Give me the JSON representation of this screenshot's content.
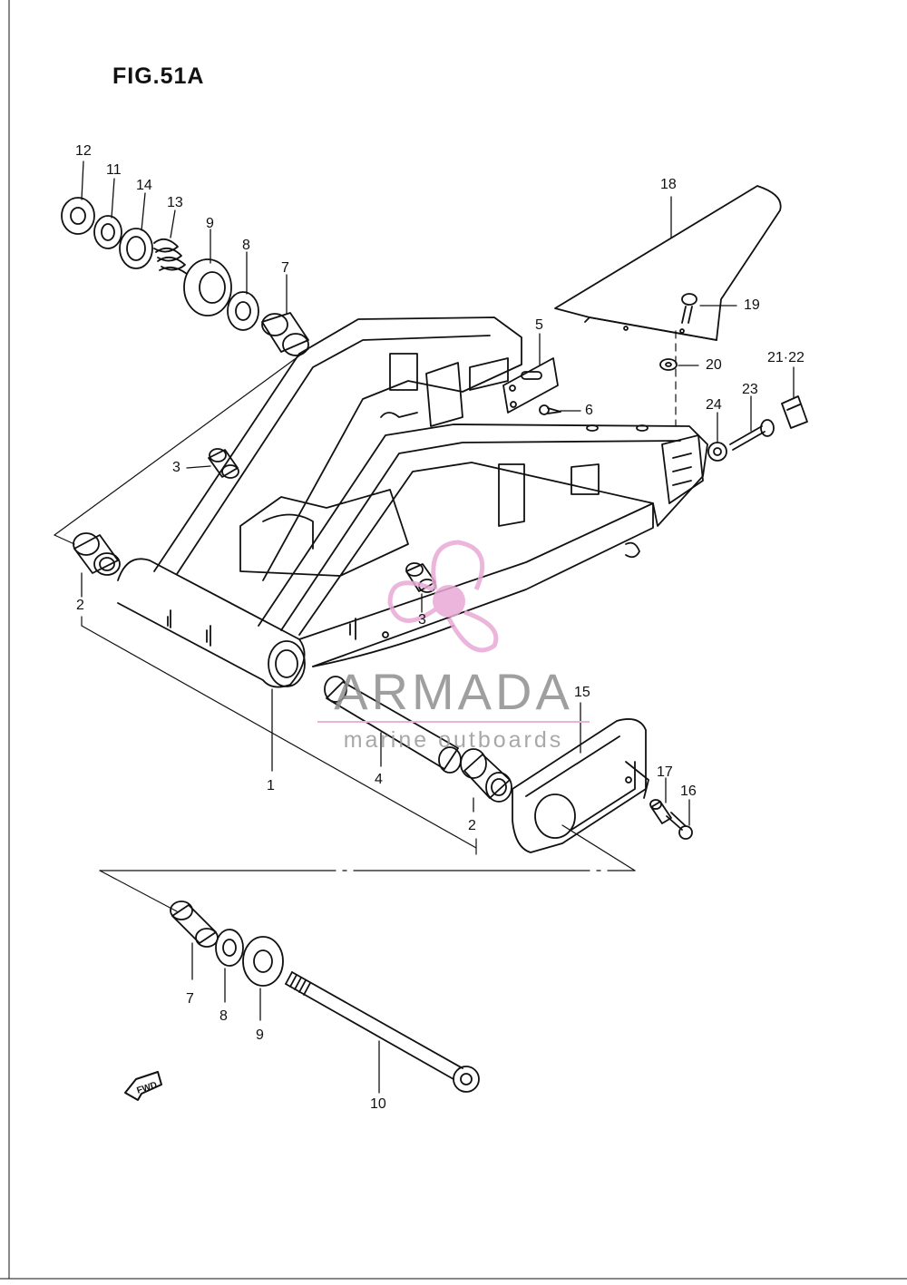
{
  "figure": {
    "title": "FIG.51A"
  },
  "callouts": [
    {
      "id": "c12a",
      "text": "12"
    },
    {
      "id": "c11a",
      "text": "11"
    },
    {
      "id": "c14a",
      "text": "14"
    },
    {
      "id": "c13a",
      "text": "13"
    },
    {
      "id": "c9a",
      "text": "9"
    },
    {
      "id": "c8a",
      "text": "8"
    },
    {
      "id": "c7a",
      "text": "7"
    },
    {
      "id": "c18",
      "text": "18"
    },
    {
      "id": "c5",
      "text": "5"
    },
    {
      "id": "c6",
      "text": "6"
    },
    {
      "id": "c19",
      "text": "19"
    },
    {
      "id": "c20",
      "text": "20"
    },
    {
      "id": "c2122",
      "text": "21·22"
    },
    {
      "id": "c23",
      "text": "23"
    },
    {
      "id": "c24",
      "text": "24"
    },
    {
      "id": "c3a",
      "text": "3"
    },
    {
      "id": "c3b",
      "text": "3"
    },
    {
      "id": "c2a",
      "text": "2"
    },
    {
      "id": "c1",
      "text": "1"
    },
    {
      "id": "c4",
      "text": "4"
    },
    {
      "id": "c2b",
      "text": "2"
    },
    {
      "id": "c15",
      "text": "15"
    },
    {
      "id": "c17",
      "text": "17"
    },
    {
      "id": "c16",
      "text": "16"
    },
    {
      "id": "c7b",
      "text": "7"
    },
    {
      "id": "c8b",
      "text": "8"
    },
    {
      "id": "c9b",
      "text": "9"
    },
    {
      "id": "c10",
      "text": "10"
    }
  ],
  "watermark": {
    "name": "ARMADA",
    "tagline": "marine outboards",
    "logo_color": "#e9a9d6"
  },
  "fwd_marker": {
    "text": "FWD"
  }
}
